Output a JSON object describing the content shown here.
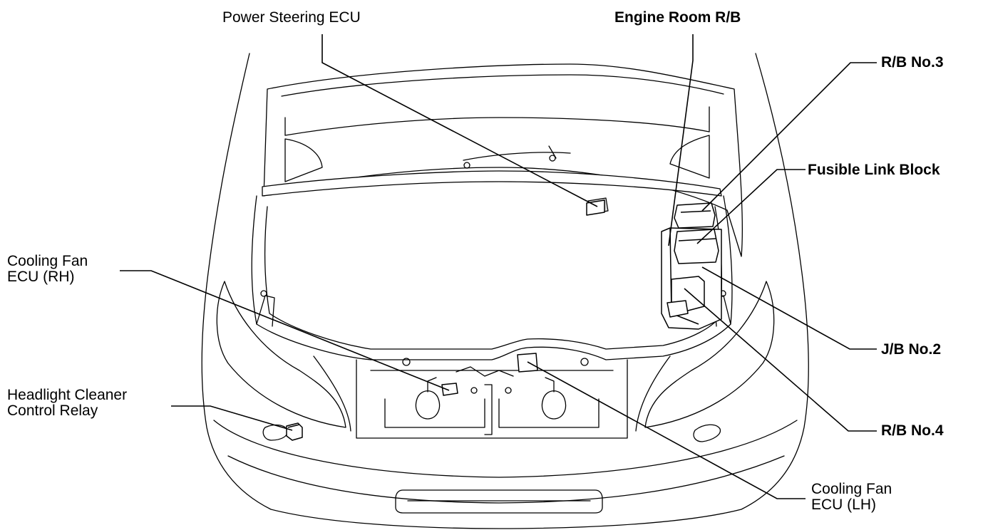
{
  "labels": {
    "power_steering_ecu": "Power Steering ECU",
    "engine_room_rb": "Engine Room R/B",
    "rb_no3": "R/B No.3",
    "fusible_link_block": "Fusible Link Block",
    "cooling_fan_ecu_rh_line1": "Cooling Fan",
    "cooling_fan_ecu_rh_line2": "ECU (RH)",
    "headlight_cleaner_line1": "Headlight Cleaner",
    "headlight_cleaner_line2": "Control Relay",
    "jb_no2": "J/B No.2",
    "rb_no4": "R/B No.4",
    "cooling_fan_ecu_lh_line1": "Cooling Fan",
    "cooling_fan_ecu_lh_line2": "ECU (LH)"
  }
}
